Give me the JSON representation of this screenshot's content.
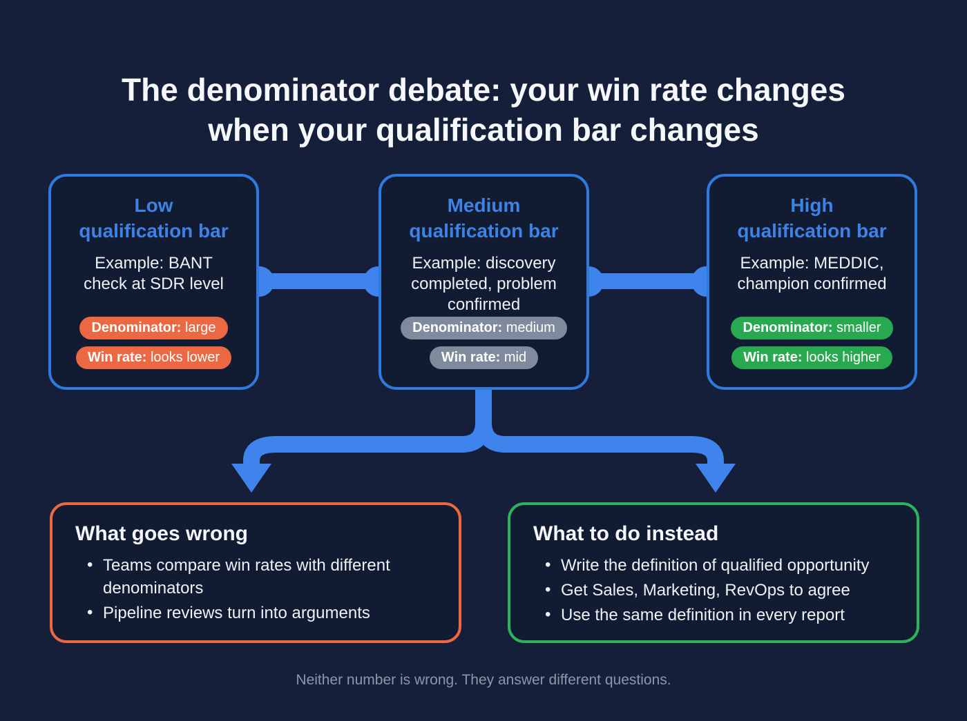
{
  "title": {
    "line1": "The denominator debate: your win rate changes",
    "line2": "when your qualification bar changes"
  },
  "cards": [
    {
      "heading_top": "Low",
      "heading_bottom": "qualification bar",
      "example_lines": [
        "Example: BANT",
        "check at SDR level"
      ],
      "pills": [
        {
          "label": "Denominator:",
          "value": "large"
        },
        {
          "label": "Win rate:",
          "value": "looks lower"
        }
      ]
    },
    {
      "heading_top": "Medium",
      "heading_bottom": "qualification bar",
      "example_lines": [
        "Example: discovery",
        "completed, problem",
        "confirmed"
      ],
      "pills": [
        {
          "label": "Denominator:",
          "value": "medium"
        },
        {
          "label": "Win rate:",
          "value": "mid"
        }
      ]
    },
    {
      "heading_top": "High",
      "heading_bottom": "qualification bar",
      "example_lines": [
        "Example: MEDDIC,",
        "champion confirmed"
      ],
      "pills": [
        {
          "label": "Denominator:",
          "value": "smaller"
        },
        {
          "label": "Win rate:",
          "value": "looks higher"
        }
      ]
    }
  ],
  "outcomes": [
    {
      "heading": "What goes wrong",
      "bullets": [
        "Teams compare win rates with different denominators",
        "Pipeline reviews turn into arguments"
      ]
    },
    {
      "heading": "What to do instead",
      "bullets": [
        "Write the definition of qualified opportunity",
        "Get Sales, Marketing, RevOps to agree",
        "Use the same definition in every report"
      ]
    }
  ],
  "footer": "Neither number is wrong. They answer different questions.",
  "colors": {
    "background": "#151f3a",
    "card_border_blue": "#2e7ade",
    "heading_blue": "#3e82e6",
    "connector_blue": "#3f84ec",
    "orange": "#ec6843",
    "green_pill": "#28a950",
    "green_border": "#2eb35a",
    "gray_pill": "#acb6c7",
    "text_white": "#f3f5f9",
    "muted_text": "#8d97aa"
  }
}
